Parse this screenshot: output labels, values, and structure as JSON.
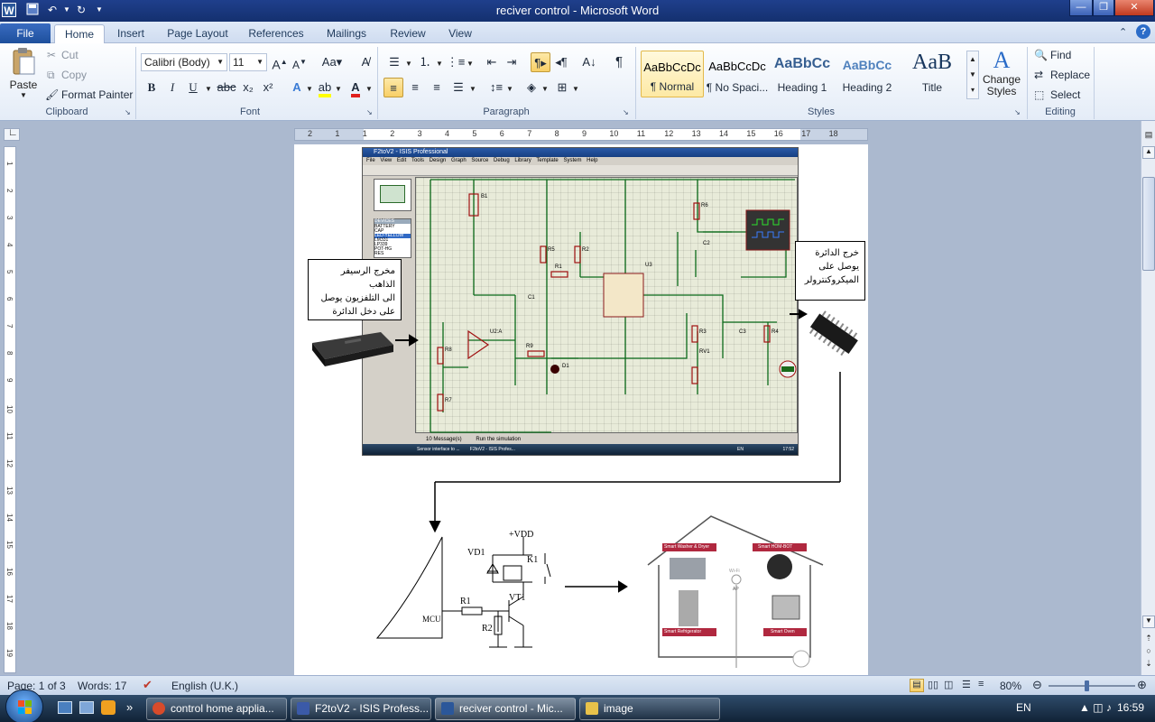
{
  "window": {
    "title": "reciver control - Microsoft Word",
    "controls": [
      "minimize",
      "maximize",
      "close"
    ]
  },
  "quick_access": {
    "icons": [
      "word-icon",
      "save-icon",
      "undo-icon",
      "redo-icon",
      "customize-icon"
    ]
  },
  "ribbon_tabs": [
    "File",
    "Home",
    "Insert",
    "Page Layout",
    "References",
    "Mailings",
    "Review",
    "View"
  ],
  "active_tab": "Home",
  "clipboard": {
    "paste": "Paste",
    "cut": "Cut",
    "copy": "Copy",
    "format_painter": "Format Painter",
    "label": "Clipboard"
  },
  "font": {
    "family": "Calibri (Body)",
    "size": "11",
    "label": "Font",
    "bold": "B",
    "italic": "I",
    "underline": "U",
    "strike": "abc",
    "subscript": "x₂",
    "superscript": "x²"
  },
  "paragraph": {
    "label": "Paragraph"
  },
  "styles": {
    "label": "Styles",
    "items": [
      {
        "sample": "AaBbCcDc",
        "name": "¶ Normal"
      },
      {
        "sample": "AaBbCcDc",
        "name": "¶ No Spaci..."
      },
      {
        "sample": "AaBbCc",
        "name": "Heading 1"
      },
      {
        "sample": "AaBbCc",
        "name": "Heading 2"
      },
      {
        "sample": "AaB",
        "name": "Title"
      }
    ],
    "change_styles": "Change Styles"
  },
  "editing": {
    "label": "Editing",
    "find": "Find",
    "replace": "Replace",
    "select": "Select"
  },
  "ruler": {
    "ticks": [
      "2",
      "1",
      "1",
      "2",
      "3",
      "4",
      "5",
      "6",
      "7",
      "8",
      "9",
      "10",
      "11",
      "12",
      "13",
      "14",
      "15",
      "16",
      "17",
      "18"
    ],
    "vticks": [
      "1",
      "2",
      "3",
      "4",
      "5",
      "6",
      "7",
      "8",
      "9",
      "10",
      "11",
      "12",
      "13",
      "14",
      "15",
      "16",
      "17",
      "18",
      "19"
    ]
  },
  "document": {
    "isis_window_title": "F2toV2 - ISIS Professional",
    "isis_menu": [
      "File",
      "View",
      "Edit",
      "Tools",
      "Design",
      "Graph",
      "Source",
      "Debug",
      "Library",
      "Template",
      "System",
      "Help"
    ],
    "isis_devices": [
      "BATTERY",
      "CAP",
      "LED-YELLOW",
      "LM331",
      "LP339",
      "POT-HG",
      "RES"
    ],
    "isis_status": [
      "10 Message(s)",
      "Run the simulation"
    ],
    "isis_taskbar": [
      "Sensor interface to ...",
      "F2toV2 - ISIS Profes..."
    ],
    "isis_lang": "EN",
    "isis_clock": "17:52",
    "components": [
      "B1",
      "R5",
      "R2",
      "R1",
      "U3",
      "C2",
      "R6",
      "C1",
      "U2:A",
      "R9",
      "D1",
      "R8",
      "R7",
      "R3",
      "C3",
      "R4",
      "RV1"
    ],
    "note_left": [
      "مخرج الرسيفر الذاهب",
      "الى التلفزيون يوصل",
      "على دخل الدائرة"
    ],
    "note_right": [
      "خرج الدائرة",
      "يوصل على",
      "الميكروكنترولر"
    ],
    "relay_labels": {
      "vdd": "+VDD",
      "vd1": "VD1",
      "k1": "K1",
      "vt1": "VT1",
      "r1": "R1",
      "r2": "R2",
      "mcu": "MCU"
    },
    "home_labels": [
      "Smart Washer & Dryer",
      "Smart HOM-BOT",
      "Smart Refrigerator",
      "Smart Oven",
      "Wi-Fi",
      "AP"
    ]
  },
  "status_bar": {
    "page": "Page: 1 of 3",
    "words": "Words: 17",
    "language": "English (U.K.)",
    "zoom": "80%"
  },
  "taskbar": {
    "items": [
      {
        "label": "control home applia...",
        "color": "#d84b2a"
      },
      {
        "label": "F2toV2 - ISIS Profess...",
        "color": "#3b5aa8"
      },
      {
        "label": "reciver control - Mic...",
        "color": "#2b579a"
      },
      {
        "label": "image",
        "color": "#e8c24a"
      }
    ],
    "lang": "EN",
    "clock": "16:59"
  }
}
